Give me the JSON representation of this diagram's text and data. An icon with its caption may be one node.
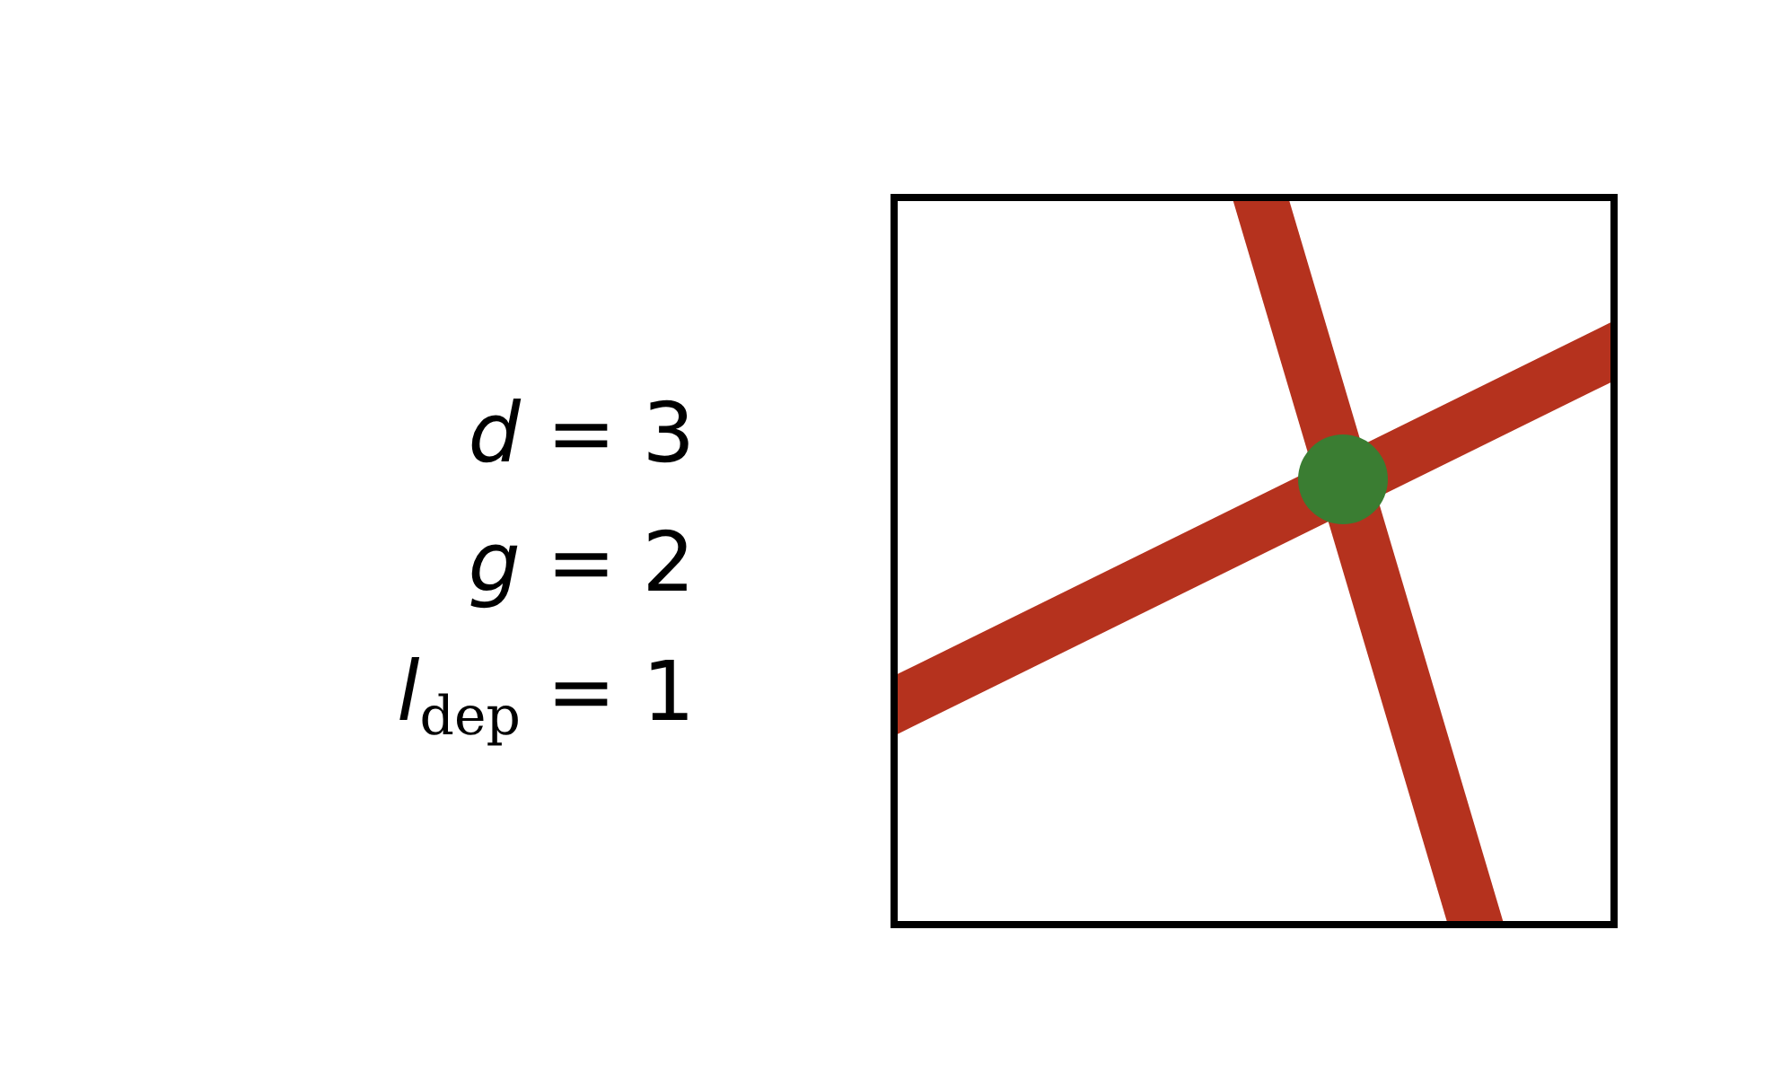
{
  "diagram": {
    "labels": [
      "*d* = 3",
      "*g* = 2",
      "*l*$_{dep}$ = 1"
    ]
  }
}
